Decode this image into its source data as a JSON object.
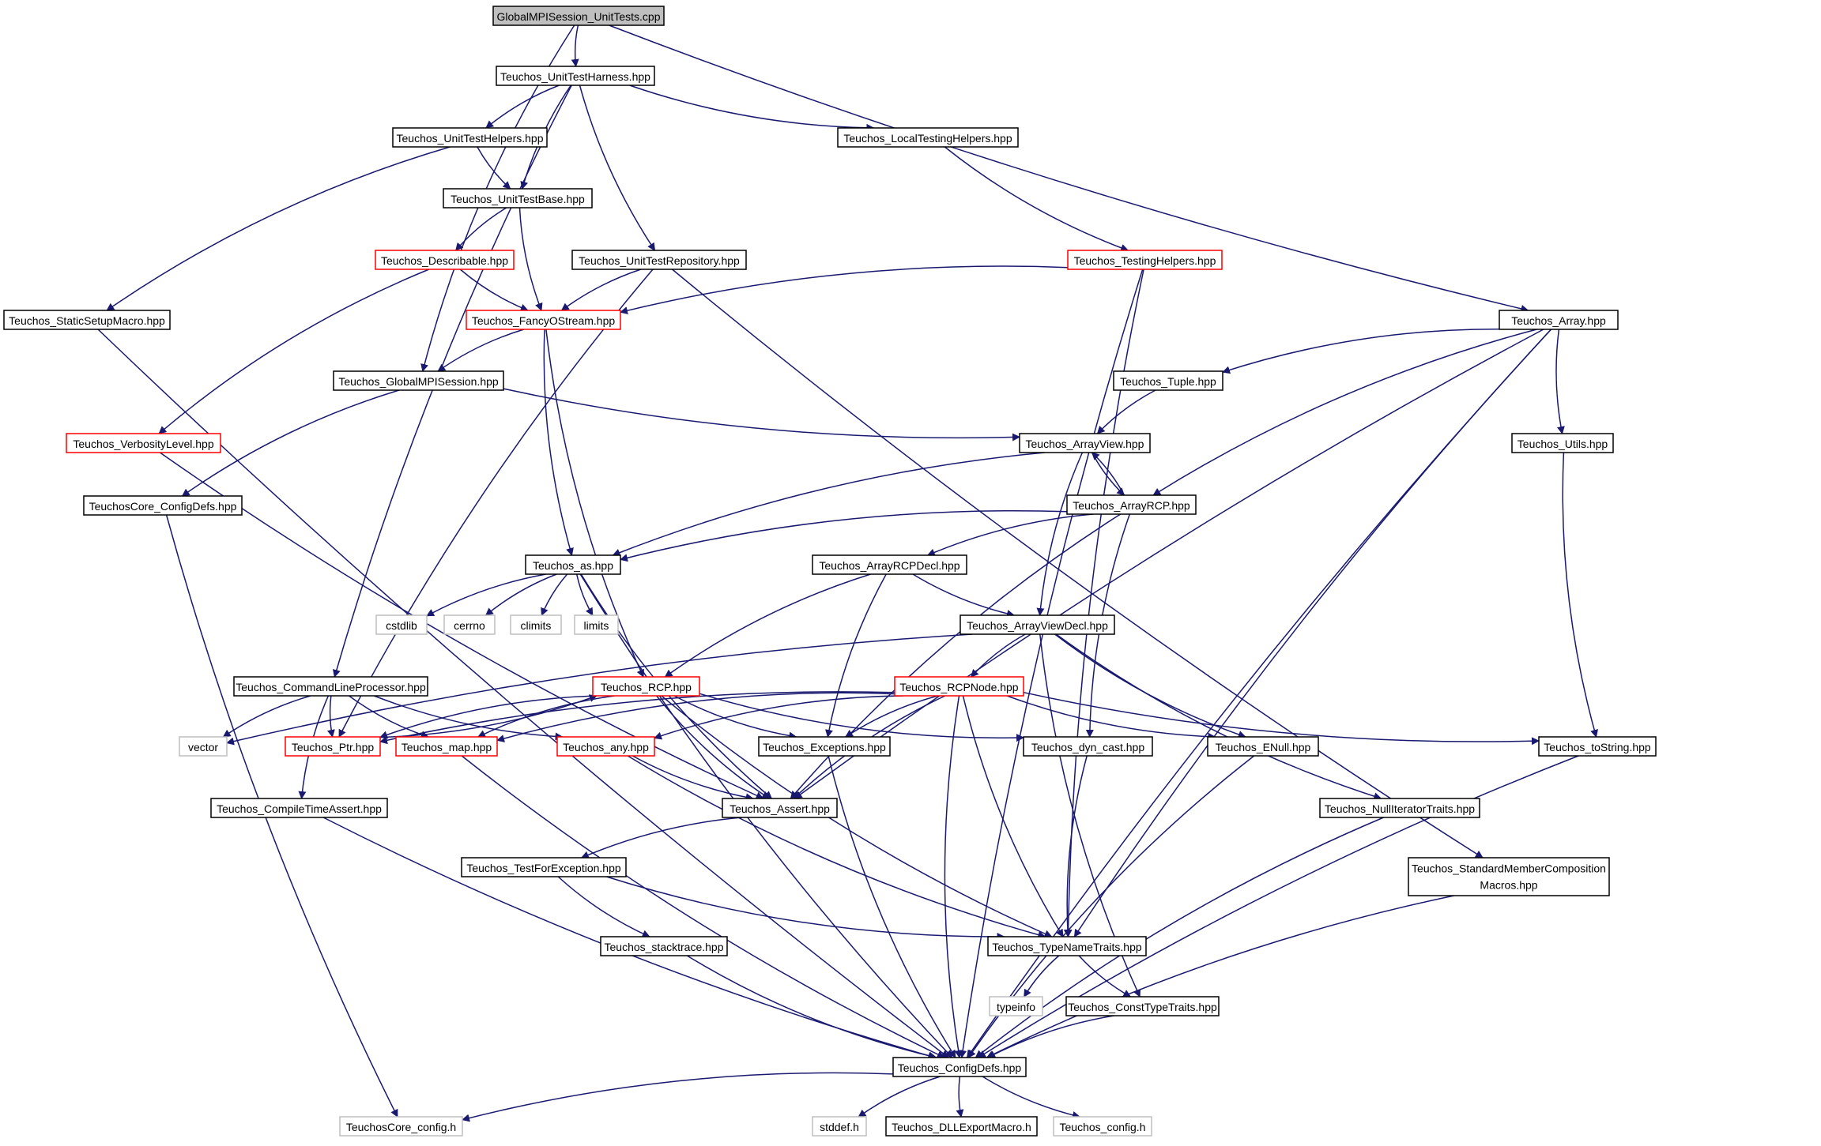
{
  "colors": {
    "edge": "#191970",
    "border_normal": "#000000",
    "border_truncated": "#ff0000",
    "border_external": "#bfbfbf",
    "root_fill": "#bfbfbf",
    "fill": "#ffffff"
  },
  "nodes": [
    {
      "id": "root",
      "label": "GlobalMPISession_UnitTests.cpp",
      "kind": "root"
    },
    {
      "id": "harness",
      "label": "Teuchos_UnitTestHarness.hpp",
      "kind": "normal"
    },
    {
      "id": "helpers",
      "label": "Teuchos_UnitTestHelpers.hpp",
      "kind": "normal"
    },
    {
      "id": "localtesting",
      "label": "Teuchos_LocalTestingHelpers.hpp",
      "kind": "normal"
    },
    {
      "id": "base",
      "label": "Teuchos_UnitTestBase.hpp",
      "kind": "normal"
    },
    {
      "id": "describable",
      "label": "Teuchos_Describable.hpp",
      "kind": "truncated"
    },
    {
      "id": "repository",
      "label": "Teuchos_UnitTestRepository.hpp",
      "kind": "normal"
    },
    {
      "id": "testinghelpers",
      "label": "Teuchos_TestingHelpers.hpp",
      "kind": "truncated"
    },
    {
      "id": "staticsetup",
      "label": "Teuchos_StaticSetupMacro.hpp",
      "kind": "normal"
    },
    {
      "id": "fancy",
      "label": "Teuchos_FancyOStream.hpp",
      "kind": "truncated"
    },
    {
      "id": "array",
      "label": "Teuchos_Array.hpp",
      "kind": "normal"
    },
    {
      "id": "globalmpi",
      "label": "Teuchos_GlobalMPISession.hpp",
      "kind": "normal"
    },
    {
      "id": "tuple",
      "label": "Teuchos_Tuple.hpp",
      "kind": "normal"
    },
    {
      "id": "verbosity",
      "label": "Teuchos_VerbosityLevel.hpp",
      "kind": "truncated"
    },
    {
      "id": "arrayview",
      "label": "Teuchos_ArrayView.hpp",
      "kind": "normal"
    },
    {
      "id": "utils",
      "label": "Teuchos_Utils.hpp",
      "kind": "normal"
    },
    {
      "id": "coreconfigdefs",
      "label": "TeuchosCore_ConfigDefs.hpp",
      "kind": "normal"
    },
    {
      "id": "arrayrcp",
      "label": "Teuchos_ArrayRCP.hpp",
      "kind": "normal"
    },
    {
      "id": "as",
      "label": "Teuchos_as.hpp",
      "kind": "normal"
    },
    {
      "id": "arrayrcpdecl",
      "label": "Teuchos_ArrayRCPDecl.hpp",
      "kind": "normal"
    },
    {
      "id": "cstdlib",
      "label": "cstdlib",
      "kind": "external"
    },
    {
      "id": "cerrno",
      "label": "cerrno",
      "kind": "external"
    },
    {
      "id": "climits",
      "label": "climits",
      "kind": "external"
    },
    {
      "id": "limits",
      "label": "limits",
      "kind": "external"
    },
    {
      "id": "arrayviewdecl",
      "label": "Teuchos_ArrayViewDecl.hpp",
      "kind": "normal"
    },
    {
      "id": "cmdline",
      "label": "Teuchos_CommandLineProcessor.hpp",
      "kind": "normal"
    },
    {
      "id": "rcp",
      "label": "Teuchos_RCP.hpp",
      "kind": "truncated"
    },
    {
      "id": "rcpnode",
      "label": "Teuchos_RCPNode.hpp",
      "kind": "truncated"
    },
    {
      "id": "vector",
      "label": "vector",
      "kind": "external"
    },
    {
      "id": "ptr",
      "label": "Teuchos_Ptr.hpp",
      "kind": "truncated"
    },
    {
      "id": "map",
      "label": "Teuchos_map.hpp",
      "kind": "truncated"
    },
    {
      "id": "any",
      "label": "Teuchos_any.hpp",
      "kind": "truncated"
    },
    {
      "id": "exceptions",
      "label": "Teuchos_Exceptions.hpp",
      "kind": "normal"
    },
    {
      "id": "dyncast",
      "label": "Teuchos_dyn_cast.hpp",
      "kind": "normal"
    },
    {
      "id": "enull",
      "label": "Teuchos_ENull.hpp",
      "kind": "normal"
    },
    {
      "id": "tostring",
      "label": "Teuchos_toString.hpp",
      "kind": "normal"
    },
    {
      "id": "compiletime",
      "label": "Teuchos_CompileTimeAssert.hpp",
      "kind": "normal"
    },
    {
      "id": "assert",
      "label": "Teuchos_Assert.hpp",
      "kind": "normal"
    },
    {
      "id": "nulliter",
      "label": "Teuchos_NullIteratorTraits.hpp",
      "kind": "normal"
    },
    {
      "id": "stdmember",
      "label": "Teuchos_StandardMemberComposition",
      "label2": "Macros.hpp",
      "kind": "normal"
    },
    {
      "id": "testforexc",
      "label": "Teuchos_TestForException.hpp",
      "kind": "normal"
    },
    {
      "id": "stacktrace",
      "label": "Teuchos_stacktrace.hpp",
      "kind": "normal"
    },
    {
      "id": "typename",
      "label": "Teuchos_TypeNameTraits.hpp",
      "kind": "normal"
    },
    {
      "id": "typeinfo",
      "label": "typeinfo",
      "kind": "external"
    },
    {
      "id": "consttype",
      "label": "Teuchos_ConstTypeTraits.hpp",
      "kind": "normal"
    },
    {
      "id": "configdefs",
      "label": "Teuchos_ConfigDefs.hpp",
      "kind": "normal"
    },
    {
      "id": "coreconfig",
      "label": "TeuchosCore_config.h",
      "kind": "external"
    },
    {
      "id": "stddef",
      "label": "stddef.h",
      "kind": "external"
    },
    {
      "id": "dllexport",
      "label": "Teuchos_DLLExportMacro.h",
      "kind": "normal"
    },
    {
      "id": "config",
      "label": "Teuchos_config.h",
      "kind": "external"
    }
  ],
  "edges": [
    [
      "root",
      "harness"
    ],
    [
      "root",
      "globalmpi"
    ],
    [
      "root",
      "array"
    ],
    [
      "harness",
      "helpers"
    ],
    [
      "harness",
      "localtesting"
    ],
    [
      "harness",
      "base"
    ],
    [
      "harness",
      "repository"
    ],
    [
      "harness",
      "cmdline"
    ],
    [
      "helpers",
      "base"
    ],
    [
      "helpers",
      "staticsetup"
    ],
    [
      "localtesting",
      "testinghelpers"
    ],
    [
      "base",
      "describable"
    ],
    [
      "base",
      "fancy"
    ],
    [
      "describable",
      "fancy"
    ],
    [
      "describable",
      "verbosity"
    ],
    [
      "repository",
      "fancy"
    ],
    [
      "repository",
      "ptr"
    ],
    [
      "repository",
      "stdmember"
    ],
    [
      "testinghelpers",
      "fancy"
    ],
    [
      "testinghelpers",
      "typename"
    ],
    [
      "testinghelpers",
      "configdefs"
    ],
    [
      "staticsetup",
      "configdefs"
    ],
    [
      "fancy",
      "globalmpi"
    ],
    [
      "fancy",
      "as"
    ],
    [
      "fancy",
      "rcp"
    ],
    [
      "globalmpi",
      "arrayview"
    ],
    [
      "globalmpi",
      "coreconfigdefs"
    ],
    [
      "array",
      "tuple"
    ],
    [
      "array",
      "arrayrcp"
    ],
    [
      "array",
      "utils"
    ],
    [
      "array",
      "assert"
    ],
    [
      "array",
      "typename"
    ],
    [
      "array",
      "configdefs"
    ],
    [
      "tuple",
      "arrayview"
    ],
    [
      "verbosity",
      "assert"
    ],
    [
      "coreconfigdefs",
      "coreconfig"
    ],
    [
      "arrayview",
      "arrayrcp"
    ],
    [
      "arrayview",
      "as"
    ],
    [
      "arrayview",
      "arrayviewdecl"
    ],
    [
      "utils",
      "tostring"
    ],
    [
      "arrayrcp",
      "arrayview"
    ],
    [
      "arrayrcp",
      "as"
    ],
    [
      "arrayrcp",
      "arrayrcpdecl"
    ],
    [
      "arrayrcp",
      "dyncast"
    ],
    [
      "arrayrcp",
      "assert"
    ],
    [
      "as",
      "cstdlib"
    ],
    [
      "as",
      "cerrno"
    ],
    [
      "as",
      "climits"
    ],
    [
      "as",
      "limits"
    ],
    [
      "as",
      "assert"
    ],
    [
      "as",
      "configdefs"
    ],
    [
      "arrayrcpdecl",
      "arrayviewdecl"
    ],
    [
      "arrayrcpdecl",
      "rcp"
    ],
    [
      "arrayrcpdecl",
      "exceptions"
    ],
    [
      "arrayviewdecl",
      "rcpnode"
    ],
    [
      "arrayviewdecl",
      "enull"
    ],
    [
      "arrayviewdecl",
      "nulliter"
    ],
    [
      "arrayviewdecl",
      "consttype"
    ],
    [
      "arrayviewdecl",
      "vector"
    ],
    [
      "cmdline",
      "vector"
    ],
    [
      "cmdline",
      "ptr"
    ],
    [
      "cmdline",
      "map"
    ],
    [
      "cmdline",
      "any"
    ],
    [
      "cmdline",
      "compiletime"
    ],
    [
      "rcp",
      "ptr"
    ],
    [
      "rcp",
      "map"
    ],
    [
      "rcp",
      "exceptions"
    ],
    [
      "rcp",
      "assert"
    ],
    [
      "rcp",
      "dyncast"
    ],
    [
      "rcp",
      "typename"
    ],
    [
      "rcpnode",
      "ptr"
    ],
    [
      "rcpnode",
      "map"
    ],
    [
      "rcpnode",
      "any"
    ],
    [
      "rcpnode",
      "exceptions"
    ],
    [
      "rcpnode",
      "assert"
    ],
    [
      "rcpnode",
      "enull"
    ],
    [
      "rcpnode",
      "tostring"
    ],
    [
      "rcpnode",
      "typename"
    ],
    [
      "rcpnode",
      "configdefs"
    ],
    [
      "ptr",
      "rcp"
    ],
    [
      "map",
      "configdefs"
    ],
    [
      "any",
      "assert"
    ],
    [
      "any",
      "typename"
    ],
    [
      "exceptions",
      "configdefs"
    ],
    [
      "dyncast",
      "typename"
    ],
    [
      "enull",
      "configdefs"
    ],
    [
      "tostring",
      "configdefs"
    ],
    [
      "compiletime",
      "configdefs"
    ],
    [
      "assert",
      "testforexc"
    ],
    [
      "nulliter",
      "configdefs"
    ],
    [
      "stdmember",
      "configdefs"
    ],
    [
      "testforexc",
      "stacktrace"
    ],
    [
      "testforexc",
      "typename"
    ],
    [
      "stacktrace",
      "configdefs"
    ],
    [
      "typename",
      "typeinfo"
    ],
    [
      "typename",
      "consttype"
    ],
    [
      "consttype",
      "configdefs"
    ],
    [
      "configdefs",
      "coreconfig"
    ],
    [
      "configdefs",
      "stddef"
    ],
    [
      "configdefs",
      "dllexport"
    ],
    [
      "configdefs",
      "config"
    ]
  ]
}
